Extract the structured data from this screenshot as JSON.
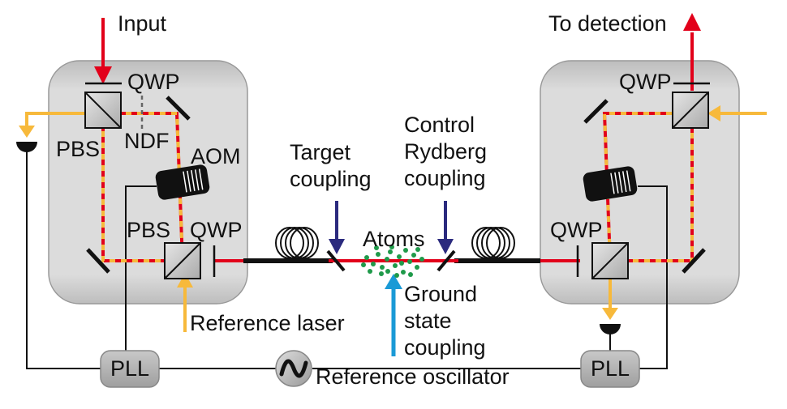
{
  "labels": {
    "input": "Input",
    "to_detection": "To detection",
    "qwp_top_left": "QWP",
    "pbs_top_left": "PBS",
    "ndf": "NDF",
    "aom_left": "AOM",
    "pbs_bottom_left": "PBS",
    "qwp_bottom_left": "QWP",
    "reference_laser": "Reference laser",
    "target_coupling_line1": "Target",
    "target_coupling_line2": "coupling",
    "control_coupling_line1": "Control",
    "control_coupling_line2": "Rydberg",
    "control_coupling_line3": "coupling",
    "atoms": "Atoms",
    "ground_line1": "Ground",
    "ground_line2": "state",
    "ground_line3": "coupling",
    "qwp_top_right": "QWP",
    "qwp_bottom_right": "QWP",
    "pll_left": "PLL",
    "pll_right": "PLL",
    "reference_oscillator": "Reference oscillator"
  },
  "colors": {
    "signal_red": "#e2001a",
    "reference_yellow": "#f7b93b",
    "ground_blue": "#1a9ad6",
    "rydberg_navy": "#2b2a7e",
    "atoms_green": "#1f9a4a",
    "box_gray": "#d7d7d7",
    "pll_gray": "#b3b3b3"
  }
}
